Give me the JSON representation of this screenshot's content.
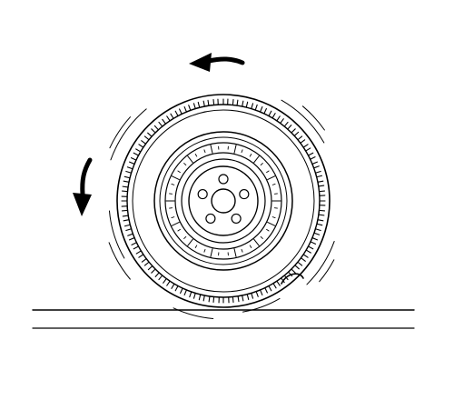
{
  "diagram": {
    "description_free": true,
    "colors": {
      "ink": "#000000",
      "background": "#ffffff"
    },
    "components": [
      "tire-tread",
      "wheel-rim",
      "lug-nuts",
      "rotation-arrow-top",
      "rotation-arrow-left",
      "motion-lines",
      "ground-line",
      "tread-damage"
    ]
  }
}
